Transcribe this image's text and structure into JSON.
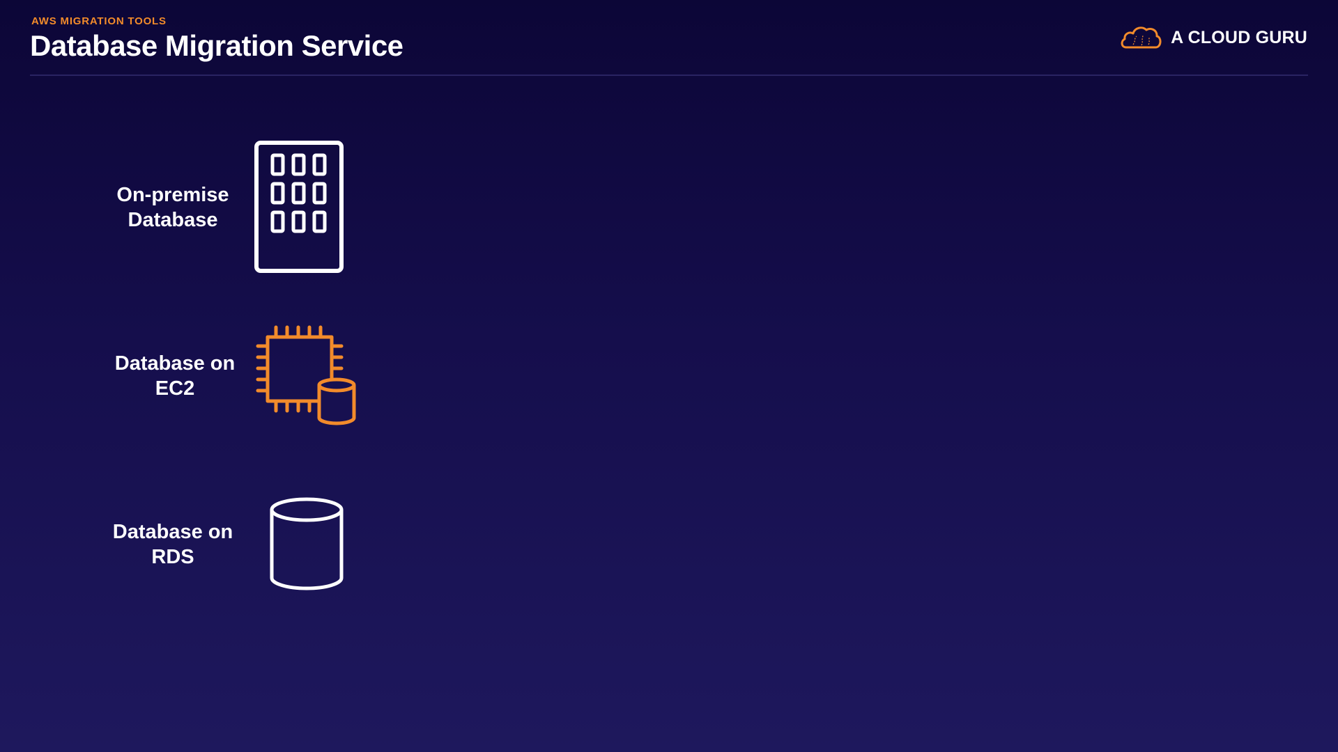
{
  "header": {
    "kicker": "AWS MIGRATION TOOLS",
    "title": "Database Migration Service"
  },
  "brand": {
    "name": "A CLOUD GURU",
    "logo_icon": "cloud-icon",
    "accent_color": "#f28b2b"
  },
  "items": [
    {
      "line1": "On-premise",
      "line2": "Database",
      "icon": "building-icon",
      "icon_color": "#ffffff"
    },
    {
      "line1": "Database on",
      "line2": "EC2",
      "icon": "ec2-instance-database-icon",
      "icon_color": "#f28b2b"
    },
    {
      "line1": "Database on",
      "line2": "RDS",
      "icon": "database-cylinder-icon",
      "icon_color": "#ffffff"
    }
  ],
  "colors": {
    "background_top": "#0c0637",
    "background_bottom": "#1e185d",
    "accent": "#f28b2b",
    "text": "#ffffff"
  }
}
